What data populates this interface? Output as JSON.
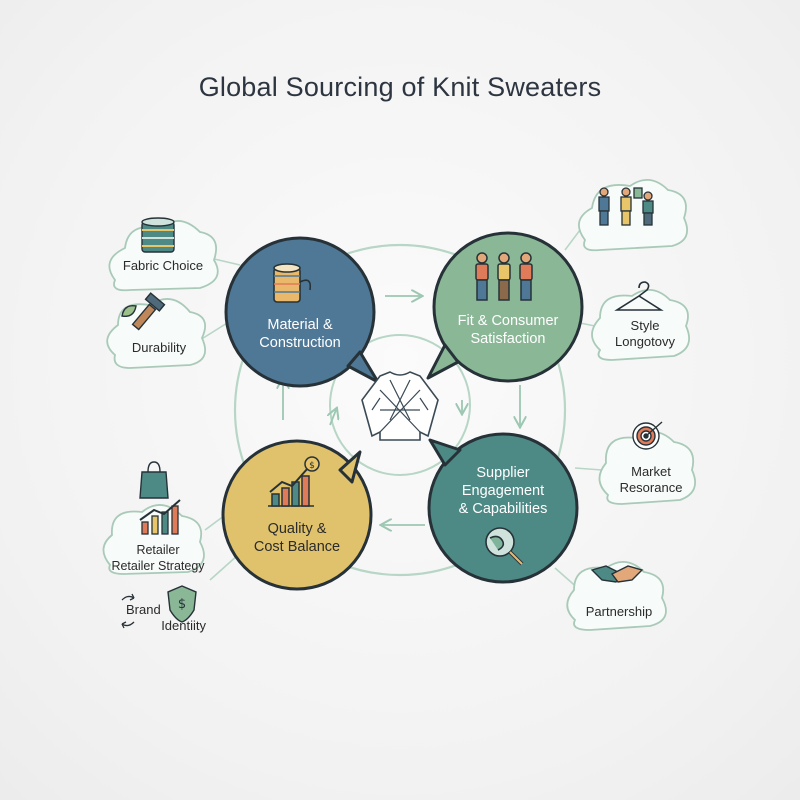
{
  "title": "Global Sourcing of Knit Sweaters",
  "hubs": {
    "material": {
      "line1": "Material &",
      "line2": "Construction"
    },
    "fit": {
      "line1": "Fit & Consumer",
      "line2": "Satisfaction"
    },
    "supplier": {
      "line1": "Supplier",
      "line2": "Engagement",
      "line3": "& Capabilities"
    },
    "quality": {
      "line1": "Quality &",
      "line2": "Cost Balance"
    }
  },
  "satellites": {
    "fabric_choice": "Fabric Choice",
    "durability": "Durability",
    "style_line1": "Style",
    "style_line2": "Longotovy",
    "market_line1": "Market",
    "market_line2": "Resorance",
    "partnership": "Partnership",
    "retailer_line1": "Retailer",
    "retailer_line2": "Retailer Strategy",
    "brand_line1": "Brand",
    "brand_line2": "Identiity"
  },
  "colors": {
    "material": "#4f7896",
    "fit": "#8ab796",
    "supplier": "#4d8a85",
    "quality": "#e0c26c",
    "cloud_stroke": "#a9cab8",
    "arrow": "#9cc7b2"
  },
  "icons": {
    "center": "sweater-icon",
    "material": "thread-spool-icon",
    "fit": "people-icon",
    "supplier": "globe-magnifier-icon",
    "quality": "growth-chart-icon"
  }
}
